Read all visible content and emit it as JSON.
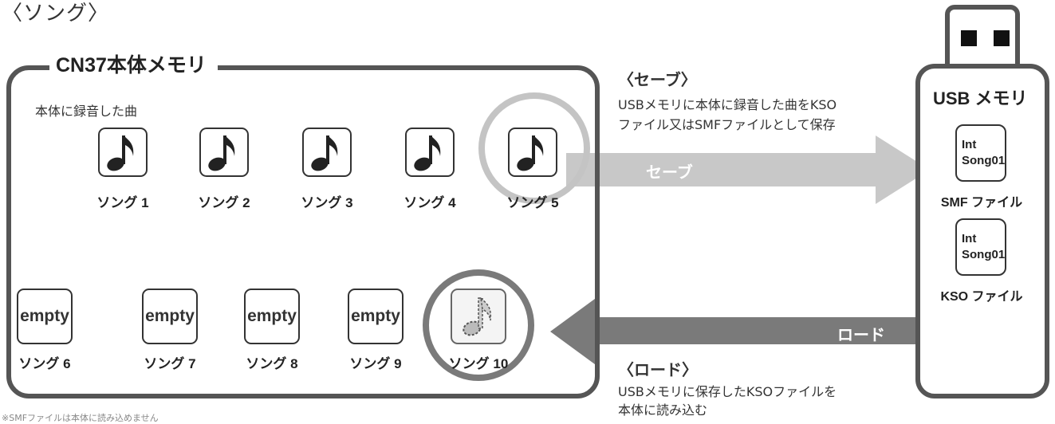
{
  "page": {
    "heading": "〈ソング〉"
  },
  "internal_memory": {
    "title": "CN37本体メモリ",
    "subtitle": "本体に録音した曲",
    "songs_recorded": [
      {
        "label": "ソング 1",
        "icon": "music-note-icon"
      },
      {
        "label": "ソング 2",
        "icon": "music-note-icon"
      },
      {
        "label": "ソング 3",
        "icon": "music-note-icon"
      },
      {
        "label": "ソング 4",
        "icon": "music-note-icon"
      },
      {
        "label": "ソング 5",
        "icon": "music-note-icon",
        "highlighted": true
      }
    ],
    "songs_empty": [
      {
        "label": "ソング 6",
        "text": "empty"
      },
      {
        "label": "ソング 7",
        "text": "empty"
      },
      {
        "label": "ソング 8",
        "text": "empty"
      },
      {
        "label": "ソング 9",
        "text": "empty"
      },
      {
        "label": "ソング 10",
        "icon": "dotted-music-note-icon",
        "highlighted": true
      }
    ]
  },
  "save": {
    "title": "〈セーブ〉",
    "description_line1": "USBメモリに本体に録音した曲をKSO",
    "description_line2": "ファイル又はSMFファイルとして保存",
    "arrow_label": "セーブ"
  },
  "load": {
    "title": "〈ロード〉",
    "description_line1": "USBメモリに保存したKSOファイルを",
    "description_line2": "本体に読み込む",
    "arrow_label": "ロード"
  },
  "usb": {
    "title": "USB メモリ",
    "files": [
      {
        "line1": "Int",
        "line2": "Song01",
        "label": "SMF ファイル"
      },
      {
        "line1": "Int",
        "line2": "Song01",
        "label": "KSO ファイル"
      }
    ]
  },
  "colors": {
    "frame": "#555555",
    "save_arrow": "#c8c8c8",
    "load_arrow": "#7a7a7a",
    "highlight_ring_light": "#c4c4c4",
    "highlight_ring_dark": "#7a7a7a"
  },
  "footnote": "※SMFファイルは本体に読み込めません"
}
